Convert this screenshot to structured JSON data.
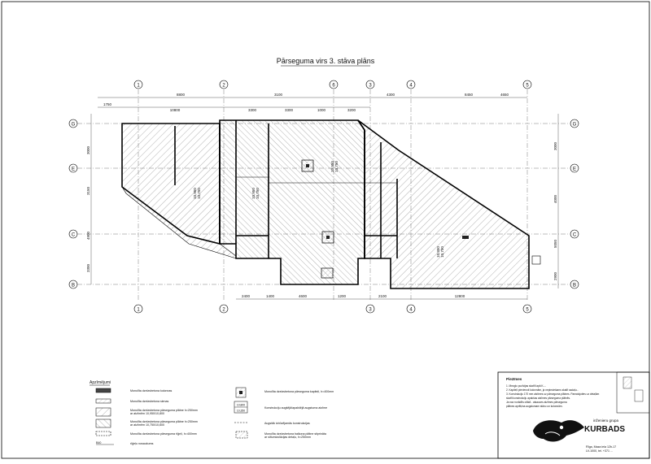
{
  "title": "Pārseguma virs 3. stāva plāns",
  "axes": {
    "top_numbers": [
      "1",
      "2",
      "3",
      "4",
      "5",
      "6"
    ],
    "left_letters": [
      "G",
      "E",
      "C",
      "B"
    ],
    "right_letters": [
      "G",
      "E",
      "C",
      "B"
    ]
  },
  "dimensions": {
    "top_overall": [
      "8800",
      "3100",
      "4300",
      "8450",
      "4650"
    ],
    "top_detail": [
      "1750",
      "10800",
      "3300",
      "3300",
      "1000",
      "3200"
    ],
    "bottom": [
      "2400",
      "1400",
      "4600",
      "1200",
      "2100",
      "12800"
    ],
    "left": [
      "3000",
      "3150",
      "4900",
      "3300"
    ],
    "right": [
      "3000",
      "4000",
      "5050",
      "2900"
    ]
  },
  "labels": {
    "slab_a": "10,950\n10,750",
    "slab_b": "10,950\n10,750",
    "slab_c": "10,950\n10,750",
    "slab_d": "10,950\n10,750"
  },
  "legend": {
    "heading": "Apzīmējumi",
    "items": [
      {
        "text": "Monolīta dzelzsbetona kolonnas"
      },
      {
        "text": "Monolīta dzelzsbetona sienas"
      },
      {
        "text": "Monolīta dzelzsbetona pārseguma plātne h=250mm\nar atzīmēm 10,950/10,800"
      },
      {
        "text": "Monolīta dzelzsbetona pārseguma plātne h=250mm\nar atzīmēm 10,750/10,600"
      },
      {
        "text": "Monolīta dzelzsbetona pārseguma rīģeļi, h=400mm"
      },
      {
        "text": "rīģeļu nosaukums"
      }
    ],
    "items_right": [
      {
        "text": "Monolīta dzelzsbetona pārseguma kapiteļi, h=400mm"
      },
      {
        "text": "Konstrukciju augšējā/apakšējā augstuma atzīme"
      },
      {
        "text": "Augstāk izbūvējamās konstrukcijas"
      },
      {
        "text": "Monolīta dzelzsbetona balkona plātne stiprināta\nar siltumizolācijas detaļu, h=250mm"
      }
    ],
    "level_top": "10,800",
    "level_bottom": "10,350",
    "beam_tag": "B40"
  },
  "notes": {
    "heading": "Piezīmes",
    "lines": [
      "1. Mezglu pozīcijas skatīt lapā K-...",
      "2. Kapiteļi pievienoti kolonnām, ja nepieciešams skatīt sadaļu...",
      "3. Konstrukciju 170 mm atzīmes uz pārseguma plātnes. Pamatojoties uz detaļām",
      "   skatīt konstrukciju apakšas atzīmes pārseguma plātnēs.",
      "   Ja nav norādīts citādi - atsauces atzīmes pārseguma",
      "   plātnes aprēķina augstumam stāvu un kolonnām."
    ]
  },
  "title_block": {
    "company_small": "inženieru grupa",
    "company": "KURBADS",
    "address_line1": "Rīga, Maza iela 12b-17",
    "address_line2": "LV-1000, tel. +371 ..."
  }
}
